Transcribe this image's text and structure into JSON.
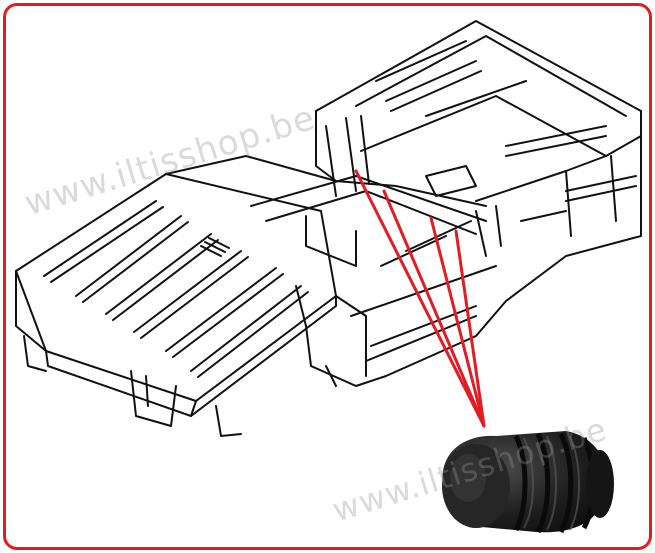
{
  "watermarks": [
    "www.iltisshop.be",
    "www.iltisshop.be"
  ],
  "colors": {
    "frame": "#e31b23",
    "pointer_lines": "#e31b23",
    "drawing": "#111111",
    "part": "#222222",
    "watermark": "#969696"
  },
  "icons": {
    "body_drawing": "vehicle-body-line-drawing",
    "part_photo": "rubber-bump-stop-photo"
  }
}
